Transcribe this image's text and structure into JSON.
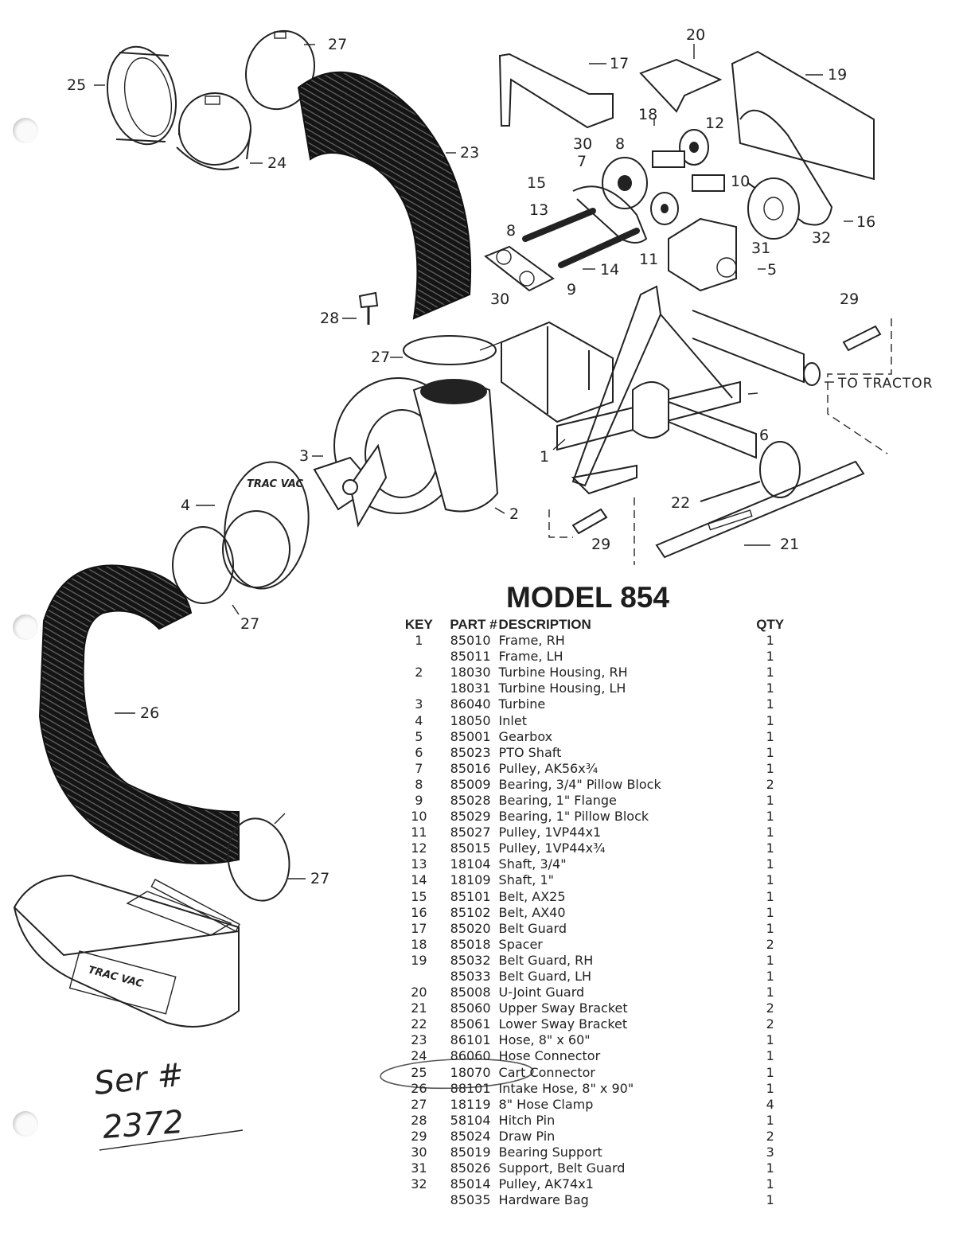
{
  "model_title": "MODEL 854",
  "table_headers": {
    "key": "KEY",
    "part": "PART #",
    "description": "DESCRIPTION",
    "qty": "QTY"
  },
  "parts": [
    {
      "key": "1",
      "part": "85010",
      "description": "Frame, RH",
      "qty": "1"
    },
    {
      "key": "",
      "part": "85011",
      "description": "Frame, LH",
      "qty": "1"
    },
    {
      "key": "2",
      "part": "18030",
      "description": "Turbine Housing, RH",
      "qty": "1"
    },
    {
      "key": "",
      "part": "18031",
      "description": "Turbine Housing, LH",
      "qty": "1"
    },
    {
      "key": "3",
      "part": "86040",
      "description": "Turbine",
      "qty": "1"
    },
    {
      "key": "4",
      "part": "18050",
      "description": "Inlet",
      "qty": "1"
    },
    {
      "key": "5",
      "part": "85001",
      "description": "Gearbox",
      "qty": "1"
    },
    {
      "key": "6",
      "part": "85023",
      "description": "PTO Shaft",
      "qty": "1"
    },
    {
      "key": "7",
      "part": "85016",
      "description": "Pulley, AK56x¾",
      "qty": "1"
    },
    {
      "key": "8",
      "part": "85009",
      "description": "Bearing, 3/4\" Pillow Block",
      "qty": "2"
    },
    {
      "key": "9",
      "part": "85028",
      "description": "Bearing, 1\" Flange",
      "qty": "1"
    },
    {
      "key": "10",
      "part": "85029",
      "description": "Bearing, 1\" Pillow Block",
      "qty": "1"
    },
    {
      "key": "11",
      "part": "85027",
      "description": "Pulley, 1VP44x1",
      "qty": "1"
    },
    {
      "key": "12",
      "part": "85015",
      "description": "Pulley, 1VP44x¾",
      "qty": "1"
    },
    {
      "key": "13",
      "part": "18104",
      "description": "Shaft, 3/4\"",
      "qty": "1"
    },
    {
      "key": "14",
      "part": "18109",
      "description": "Shaft, 1\"",
      "qty": "1"
    },
    {
      "key": "15",
      "part": "85101",
      "description": "Belt, AX25",
      "qty": "1"
    },
    {
      "key": "16",
      "part": "85102",
      "description": "Belt, AX40",
      "qty": "1"
    },
    {
      "key": "17",
      "part": "85020",
      "description": "Belt Guard",
      "qty": "1"
    },
    {
      "key": "18",
      "part": "85018",
      "description": "Spacer",
      "qty": "2"
    },
    {
      "key": "19",
      "part": "85032",
      "description": "Belt Guard, RH",
      "qty": "1"
    },
    {
      "key": "",
      "part": "85033",
      "description": "Belt Guard, LH",
      "qty": "1"
    },
    {
      "key": "20",
      "part": "85008",
      "description": "U-Joint Guard",
      "qty": "1"
    },
    {
      "key": "21",
      "part": "85060",
      "description": "Upper Sway Bracket",
      "qty": "2"
    },
    {
      "key": "22",
      "part": "85061",
      "description": "Lower Sway Bracket",
      "qty": "2"
    },
    {
      "key": "23",
      "part": "86101",
      "description": "Hose, 8\" x 60\"",
      "qty": "1"
    },
    {
      "key": "24",
      "part": "86060",
      "description": "Hose Connector",
      "qty": "1"
    },
    {
      "key": "25",
      "part": "18070",
      "description": "Cart Connector",
      "qty": "1"
    },
    {
      "key": "26",
      "part": "88101",
      "description": "Intake Hose, 8\" x 90\"",
      "qty": "1"
    },
    {
      "key": "27",
      "part": "18119",
      "description": "8\" Hose Clamp",
      "qty": "4"
    },
    {
      "key": "28",
      "part": "58104",
      "description": "Hitch Pin",
      "qty": "1"
    },
    {
      "key": "29",
      "part": "85024",
      "description": "Draw Pin",
      "qty": "2"
    },
    {
      "key": "30",
      "part": "85019",
      "description": "Bearing Support",
      "qty": "3"
    },
    {
      "key": "31",
      "part": "85026",
      "description": "Support, Belt Guard",
      "qty": "1"
    },
    {
      "key": "32",
      "part": "85014",
      "description": "Pulley, AK74x1",
      "qty": "1"
    },
    {
      "key": "",
      "part": "85035",
      "description": "Hardware Bag",
      "qty": "1"
    }
  ],
  "callouts": {
    "c25": "25",
    "c27a": "27",
    "c24": "24",
    "c23": "23",
    "c28": "28",
    "c27b": "27",
    "c3": "3",
    "c4": "4",
    "c2": "2",
    "c27c": "27",
    "c26": "26",
    "c27d": "27",
    "c17": "17",
    "c20": "20",
    "c19": "19",
    "c18": "18",
    "c12": "12",
    "c30a": "30",
    "c8a": "8",
    "c7": "7",
    "c10": "10",
    "c15": "15",
    "c13": "13",
    "c8b": "8",
    "c16": "16",
    "c11": "11",
    "c31": "31",
    "c32": "32",
    "c5": "5",
    "c14": "14",
    "c9": "9",
    "c30b": "30",
    "c29a": "29",
    "c1": "1",
    "c6": "6",
    "c22": "22",
    "c29b": "29",
    "c21": "21"
  },
  "to_tractor_label": "TO TRACTOR",
  "brand_text_1": "TRAC VAC",
  "brand_text_2": "TRAC VAC",
  "handwritten": {
    "line1": "Ser #",
    "line2": "2372"
  },
  "highlighted_row_key": "25"
}
